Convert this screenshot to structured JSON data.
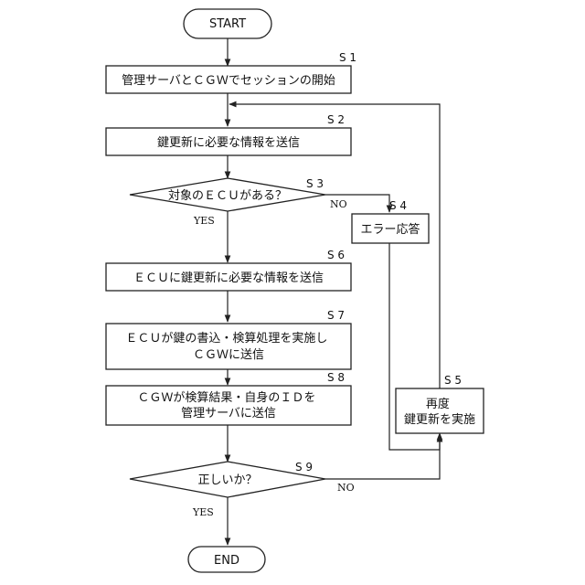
{
  "start": "START",
  "end": "END",
  "steps": {
    "s1": "S 1",
    "s2": "S 2",
    "s3": "S 3",
    "s4": "S 4",
    "s5": "S 5",
    "s6": "S 6",
    "s7": "S 7",
    "s8": "S 8",
    "s9": "S 9"
  },
  "nodes": {
    "s1": [
      "管理サーバとＣＧＷでセッションの開始"
    ],
    "s2": [
      "鍵更新に必要な情報を送信"
    ],
    "s3": [
      "対象のＥＣＵがある？"
    ],
    "s4": [
      "エラー応答"
    ],
    "s5": [
      "再度",
      "鍵更新を実施"
    ],
    "s6": [
      "ＥＣＵに鍵更新に必要な情報を送信"
    ],
    "s7": [
      "ＥＣＵが鍵の書込・検算処理を実施し",
      "ＣＧＷに送信"
    ],
    "s8": [
      "ＣＧＷが検算結果・自身のＩＤを",
      "管理サーバに送信"
    ],
    "s9": [
      "正しいか？"
    ]
  },
  "labels": {
    "s3_yes": "YES",
    "s3_no": "NO",
    "s9_yes": "YES",
    "s9_no": "NO"
  }
}
